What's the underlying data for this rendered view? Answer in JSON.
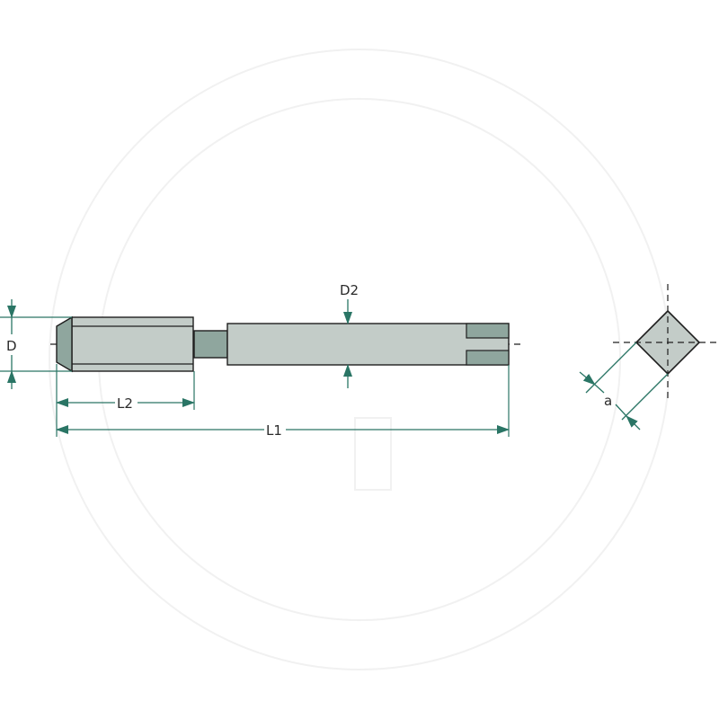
{
  "diagram": {
    "title": "Tap technical drawing",
    "labels": {
      "D": "D",
      "D2": "D2",
      "L1": "L1",
      "L2": "L2",
      "a": "a"
    },
    "colors": {
      "dimension_line": "#2a7565",
      "outline": "#1e1e1e",
      "body_fill": "#c3ccc8",
      "dark_fill": "#8fa69e",
      "centerline": "#1e1e1e",
      "watermark": "#f2f2f2"
    }
  }
}
